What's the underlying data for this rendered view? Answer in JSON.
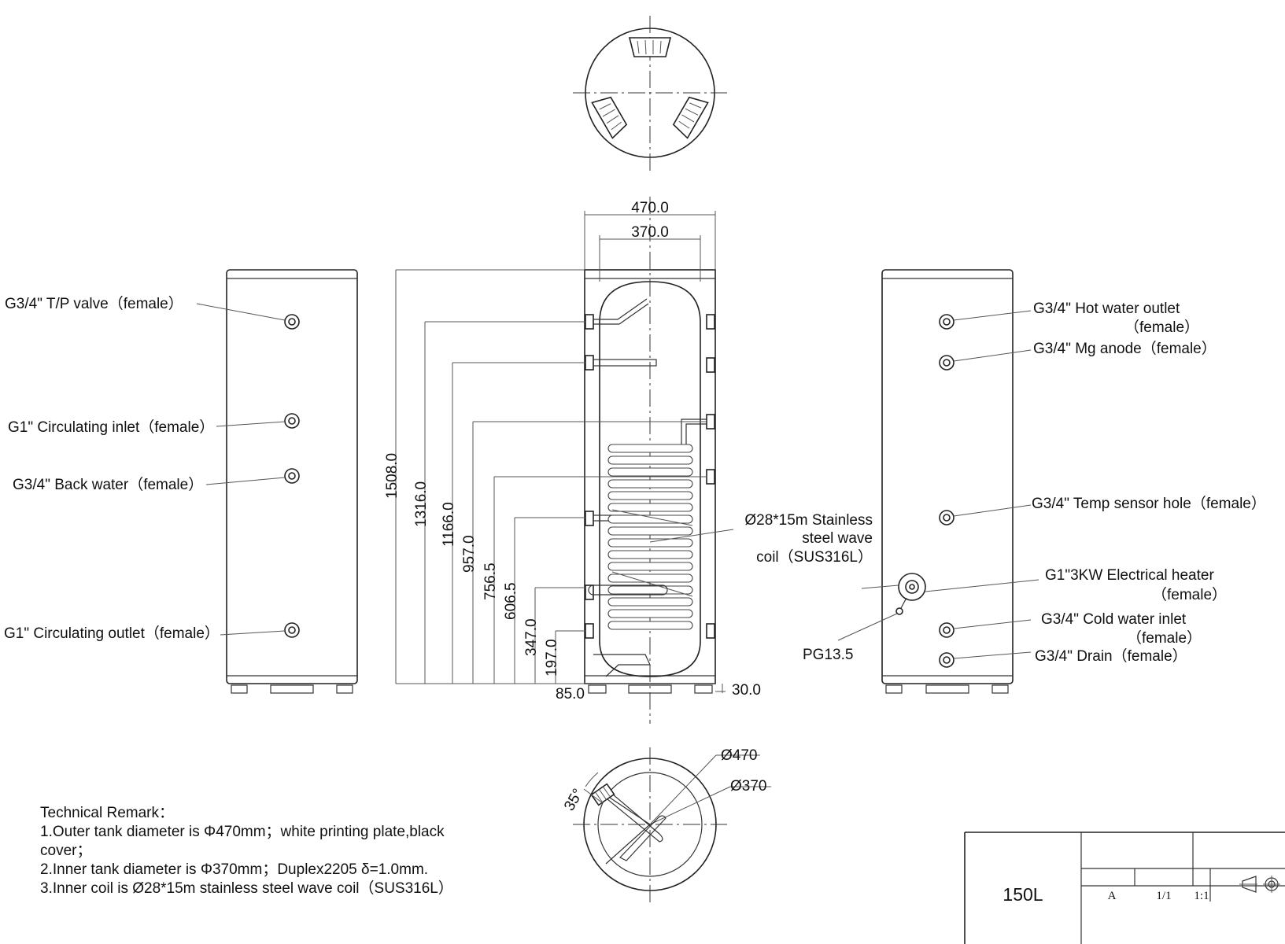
{
  "left_view": {
    "labels": {
      "tp_valve": "G3/4\" T/P valve（female）",
      "circ_inlet": "G1\" Circulating inlet（female）",
      "back_water": "G3/4\" Back water（female）",
      "circ_outlet": "G1\" Circulating outlet（female）"
    }
  },
  "right_view": {
    "labels": {
      "hot_outlet_1": "G3/4\" Hot water outlet",
      "hot_outlet_2": "（female）",
      "mg_anode": "G3/4\" Mg anode（female）",
      "temp_sensor": "G3/4\" Temp sensor hole（female）",
      "heater_1": "G1\"3KW Electrical heater",
      "heater_2": "（female）",
      "cold_inlet_1": "G3/4\" Cold water inlet",
      "cold_inlet_2": "（female）",
      "drain": "G3/4\" Drain（female）",
      "pg": "PG13.5"
    }
  },
  "section_view": {
    "width_outer": "470.0",
    "width_inner": "370.0",
    "heights": [
      "1508.0",
      "1316.0",
      "1166.0",
      "957.0",
      "756.5",
      "606.5",
      "347.0",
      "197.0"
    ],
    "bottom_offset": "85.0",
    "foot_height": "30.0",
    "coil_label": [
      "Ø28*15m Stainless",
      "steel wave",
      "coil（SUS316L）"
    ]
  },
  "bottom_view": {
    "outer_dia": "Ø470",
    "inner_dia": "Ø370",
    "angle": "35°"
  },
  "remarks": {
    "title": "Technical Remark：",
    "lines": [
      "1.Outer tank diameter is Φ470mm；white printing plate,black",
      "cover；",
      "2.Inner tank diameter is Φ370mm；Duplex2205 δ=1.0mm.",
      "3.Inner coil is Ø28*15m stainless steel wave coil（SUS316L）"
    ]
  },
  "title_block": {
    "volume": "150L",
    "cells": [
      "A",
      "1/1",
      "1:1"
    ]
  },
  "icons": [
    "projection-symbol-icon"
  ]
}
